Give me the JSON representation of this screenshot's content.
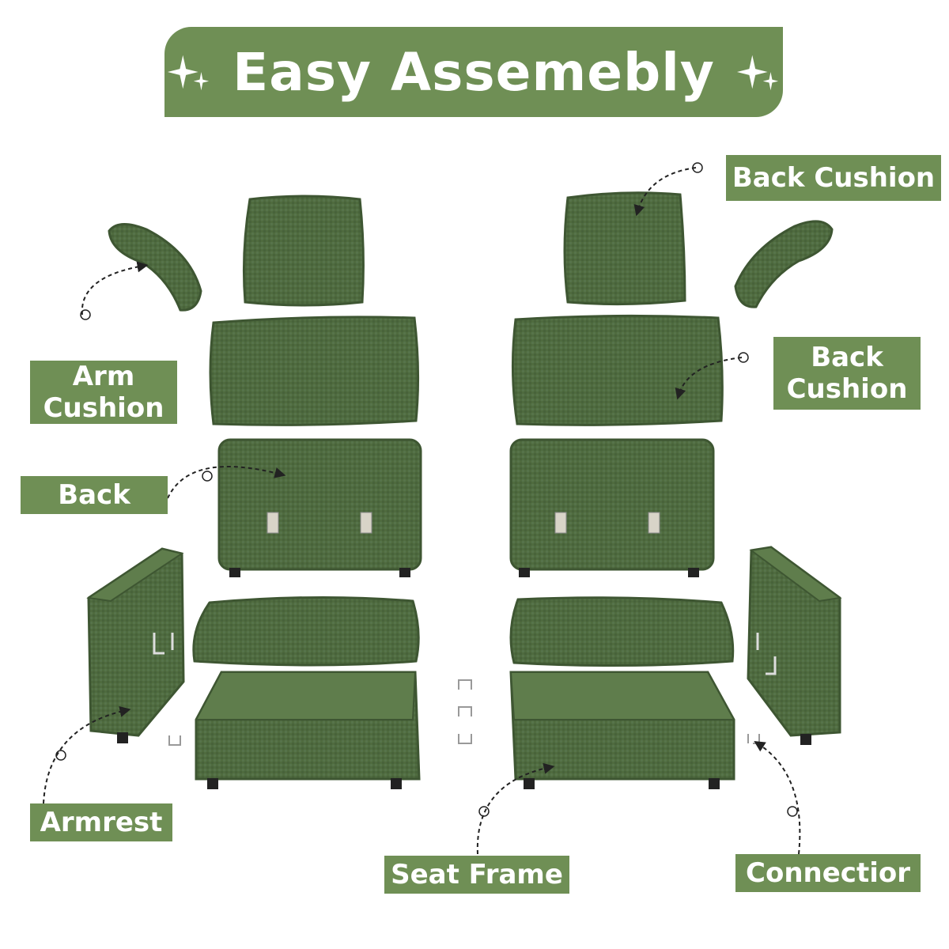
{
  "banner": {
    "title": "Easy Assemebly"
  },
  "labels": {
    "arm_cushion": [
      "Arm",
      "Cushion"
    ],
    "back": "Back",
    "armrest": "Armrest",
    "back_cushion_top": "Back Cushion",
    "back_cushion_mid": [
      "Back",
      "Cushion"
    ],
    "seat_frame": "Seat Frame",
    "connector": "Connectior"
  },
  "colors": {
    "accent": "#6f8f55",
    "fabric": "#4f6b3f",
    "fabric_dark": "#3e5632",
    "fabric_light": "#5f7d4c"
  }
}
